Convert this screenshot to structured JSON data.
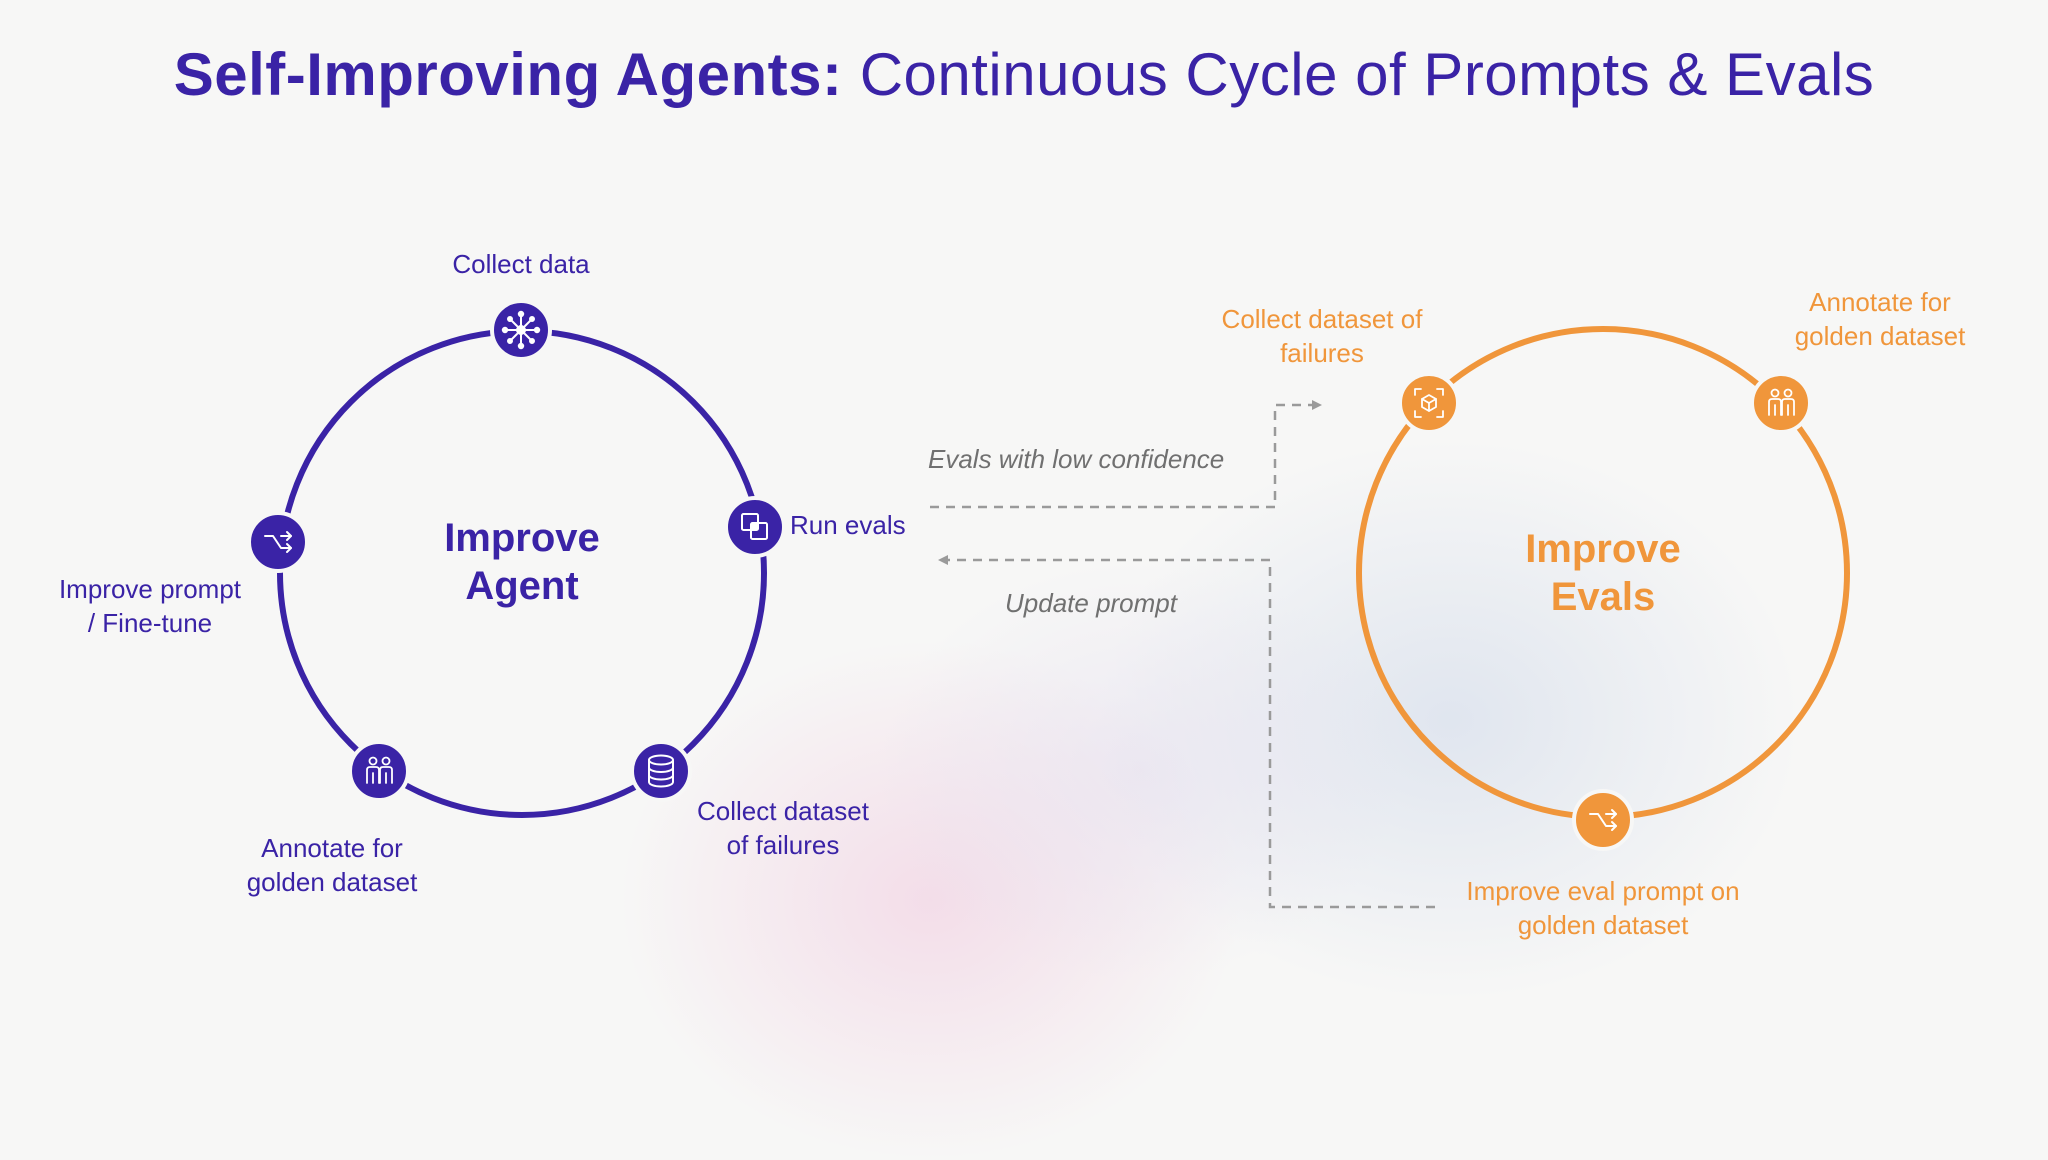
{
  "title": {
    "bold": "Self-Improving Agents:",
    "rest": "Continuous Cycle of Prompts & Evals"
  },
  "colors": {
    "purple": "#3a23a6",
    "orange": "#f0963b",
    "gray": "#9a9a9a",
    "background": "#f7f7f6"
  },
  "agent_cycle": {
    "center_line1": "Improve",
    "center_line2": "Agent",
    "steps": {
      "collect_data": "Collect data",
      "run_evals": "Run evals",
      "collect_failures_line1": "Collect dataset",
      "collect_failures_line2": "of failures",
      "annotate_line1": "Annotate for",
      "annotate_line2": "golden dataset",
      "improve_prompt_line1": "Improve prompt",
      "improve_prompt_line2": "/ Fine-tune"
    },
    "icons": {
      "collect_data": "network-hub-icon",
      "run_evals": "overlapping-squares-icon",
      "collect_failures": "database-icon",
      "annotate": "people-icon",
      "improve_prompt": "branch-arrow-icon"
    }
  },
  "eval_cycle": {
    "center_line1": "Improve",
    "center_line2": "Evals",
    "steps": {
      "collect_failures_line1": "Collect dataset of",
      "collect_failures_line2": "failures",
      "annotate_line1": "Annotate for",
      "annotate_line2": "golden dataset",
      "improve_eval_line1": "Improve eval prompt on",
      "improve_eval_line2": "golden dataset"
    },
    "icons": {
      "collect_failures": "cube-scan-icon",
      "annotate": "people-icon",
      "improve_eval": "branch-arrow-icon"
    }
  },
  "connectors": {
    "to_evals": "Evals with low confidence",
    "to_agent": "Update prompt"
  }
}
